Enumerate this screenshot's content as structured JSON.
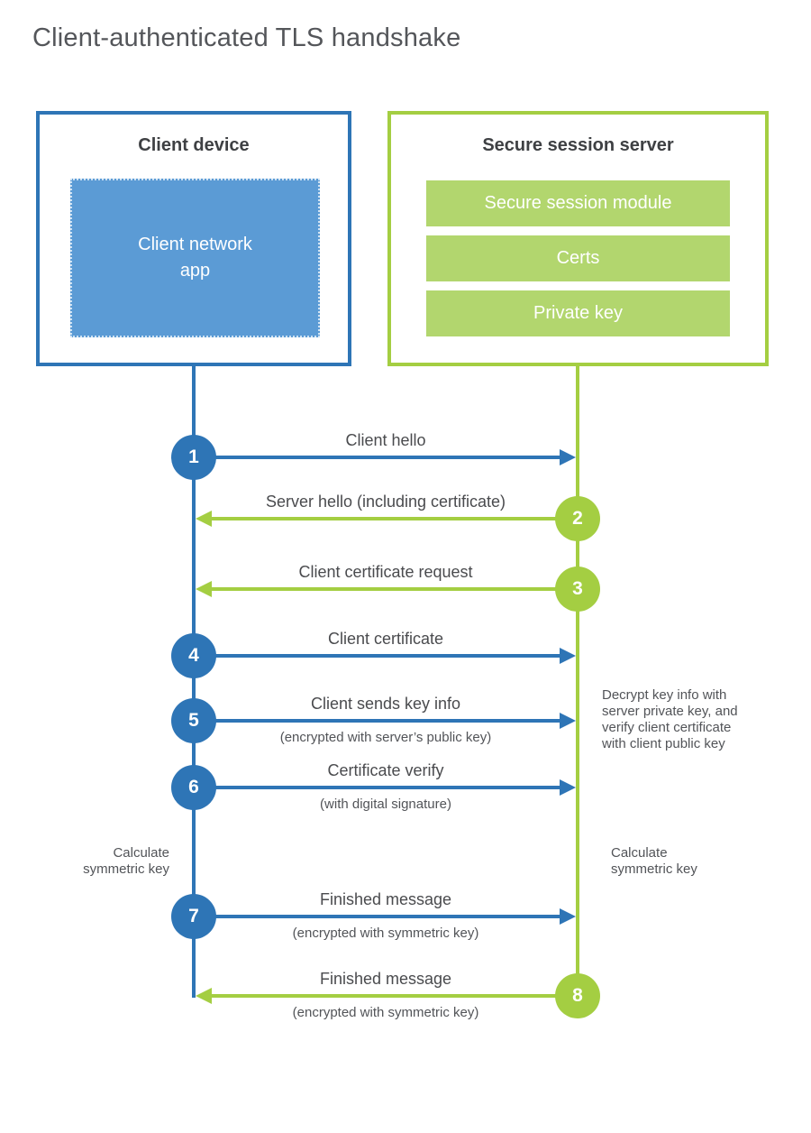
{
  "title": "Client-authenticated TLS handshake",
  "client": {
    "heading": "Client device",
    "app_label": "Client network\napp"
  },
  "server": {
    "heading": "Secure session server",
    "modules": [
      "Secure session module",
      "Certs",
      "Private key"
    ]
  },
  "messages": [
    {
      "number": "1",
      "label": "Client hello",
      "direction": "to-server",
      "color": "blue"
    },
    {
      "number": "2",
      "label": "Server hello (including certificate)",
      "direction": "to-client",
      "color": "green"
    },
    {
      "number": "3",
      "label": "Client certificate request",
      "direction": "to-client",
      "color": "green"
    },
    {
      "number": "4",
      "label": "Client certificate",
      "direction": "to-server",
      "color": "blue"
    },
    {
      "number": "5",
      "label": "Client sends key info",
      "sublabel": "(encrypted with server’s public key)",
      "direction": "to-server",
      "color": "blue"
    },
    {
      "number": "6",
      "label": "Certificate verify",
      "sublabel": "(with digital signature)",
      "direction": "to-server",
      "color": "blue"
    },
    {
      "number": "7",
      "label": "Finished message",
      "sublabel": "(encrypted with symmetric key)",
      "direction": "to-server",
      "color": "blue"
    },
    {
      "number": "8",
      "label": "Finished message",
      "sublabel": "(encrypted with symmetric key)",
      "direction": "to-client",
      "color": "green"
    }
  ],
  "notes": {
    "decrypt_note": "Decrypt key info with\nserver private key, and\nverify client certificate\nwith client public key",
    "calculate_left": "Calculate\nsymmetric key",
    "calculate_right": "Calculate\nsymmetric key"
  },
  "colors": {
    "blue": "#2e75b6",
    "blue_fill": "#5b9bd5",
    "green": "#a4ce42",
    "green_fill": "#b2d66e",
    "ink_dark": "#3e4043",
    "ink": "#4a4b4e",
    "ink_soft": "#525458"
  }
}
